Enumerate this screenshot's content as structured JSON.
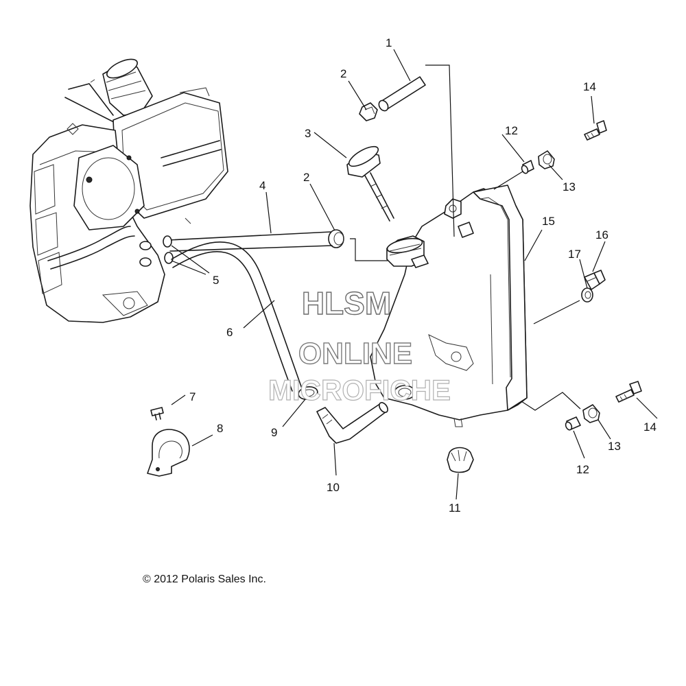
{
  "watermark": {
    "line1": "HLSM",
    "line2": "ONLINE",
    "line3": "MICROFICHE"
  },
  "callouts": [
    "1",
    "2",
    "3",
    "2",
    "4",
    "5",
    "6",
    "7",
    "8",
    "9",
    "10",
    "11",
    "12",
    "13",
    "14",
    "15",
    "16",
    "17",
    "12",
    "13",
    "14"
  ],
  "copyright": "© 2012 Polaris Sales Inc."
}
